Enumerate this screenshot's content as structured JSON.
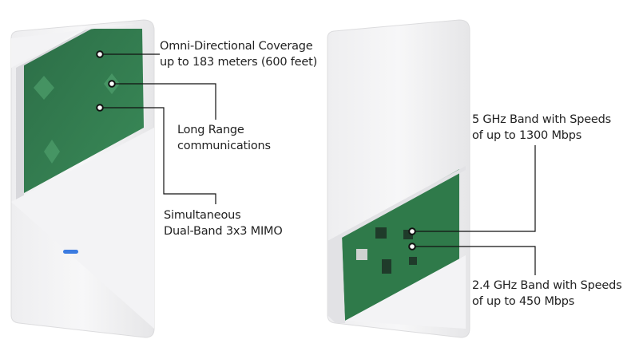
{
  "colors": {
    "pcb": "#2e7d4f",
    "pcb_light": "#4fa06c",
    "case": "#f2f2f4",
    "led": "#3b7be0",
    "line": "#111111"
  },
  "callouts": [
    {
      "line1": "Omni-Directional Coverage",
      "line2": "up to 183 meters (600 feet)"
    },
    {
      "line1": "Long Range",
      "line2": "communications"
    },
    {
      "line1": "Simultaneous",
      "line2": "Dual-Band 3x3 MIMO"
    },
    {
      "line1": "5 GHz Band with Speeds",
      "line2": "of up to 1300 Mbps"
    },
    {
      "line1": "2.4 GHz Band with Speeds",
      "line2": "of up to 450 Mbps"
    }
  ]
}
